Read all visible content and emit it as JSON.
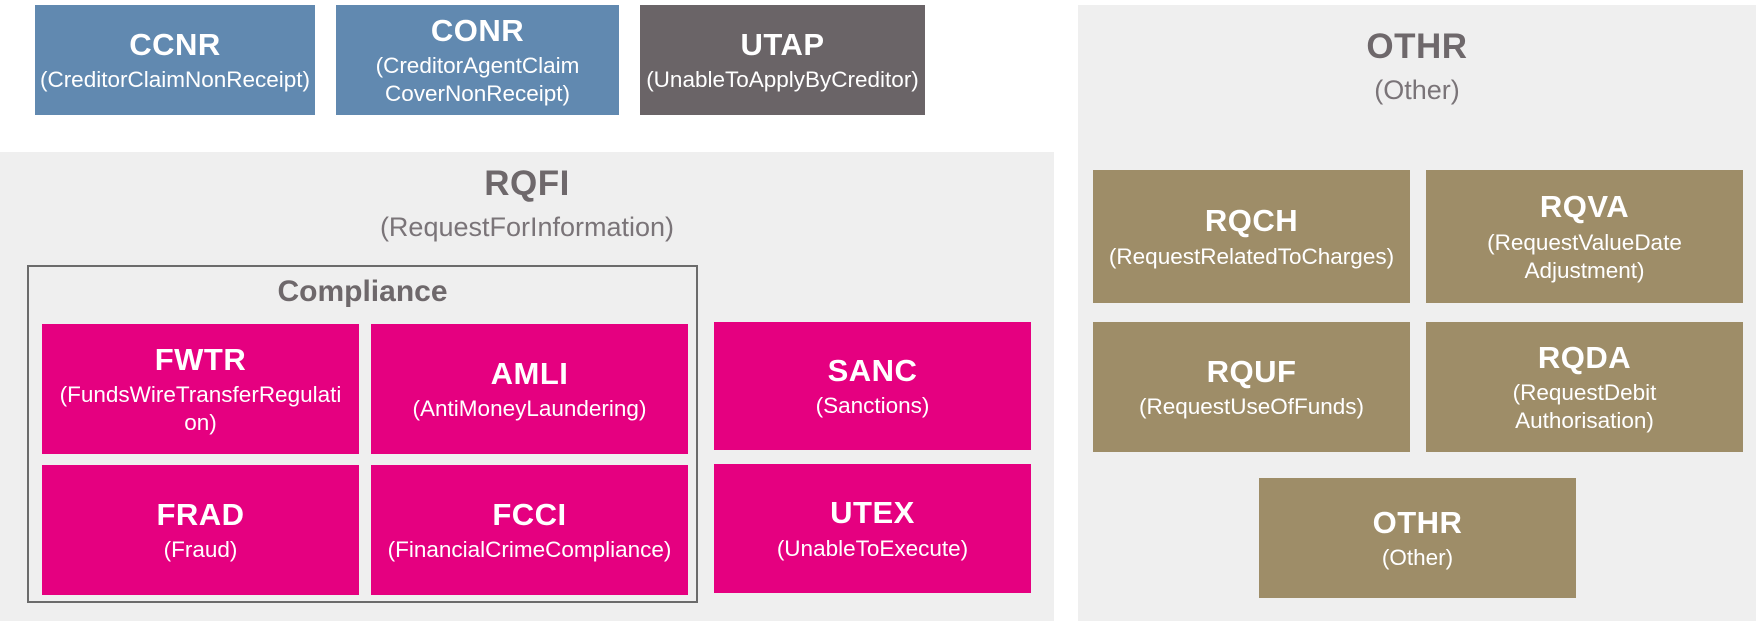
{
  "palette": {
    "blue": "#6189b0",
    "darkgray": "#6a6467",
    "pink": "#e50080",
    "tan": "#9e8d68",
    "panel": "#efefef",
    "border": "#6b6b6b",
    "headtext": "#6e686b",
    "subtext": "#7a7478"
  },
  "top_row": [
    {
      "code": "CCNR",
      "name": "(CreditorClaimNonReceipt)"
    },
    {
      "code": "CONR",
      "name": "(CreditorAgentClaim\nCoverNonReceipt)"
    },
    {
      "code": "UTAP",
      "name": "(UnableToApplyByCreditor)"
    }
  ],
  "rqfi": {
    "code": "RQFI",
    "name": "(RequestForInformation)",
    "compliance": {
      "title": "Compliance",
      "boxes": [
        {
          "code": "FWTR",
          "name": "(FundsWireTransferRegulati\non)"
        },
        {
          "code": "AMLI",
          "name": "(AntiMoneyLaundering)"
        },
        {
          "code": "FRAD",
          "name": "(Fraud)"
        },
        {
          "code": "FCCI",
          "name": "(FinancialCrimeCompliance)"
        }
      ]
    },
    "boxes": [
      {
        "code": "SANC",
        "name": "(Sanctions)"
      },
      {
        "code": "UTEX",
        "name": "(UnableToExecute)"
      }
    ]
  },
  "othr": {
    "code": "OTHR",
    "name": "(Other)",
    "boxes": [
      {
        "code": "RQCH",
        "name": "(RequestRelatedToCharges)"
      },
      {
        "code": "RQVA",
        "name": "(RequestValueDate\nAdjustment)"
      },
      {
        "code": "RQUF",
        "name": "(RequestUseOfFunds)"
      },
      {
        "code": "RQDA",
        "name": "(RequestDebit\nAuthorisation)"
      },
      {
        "code": "OTHR",
        "name": "(Other)"
      }
    ]
  }
}
